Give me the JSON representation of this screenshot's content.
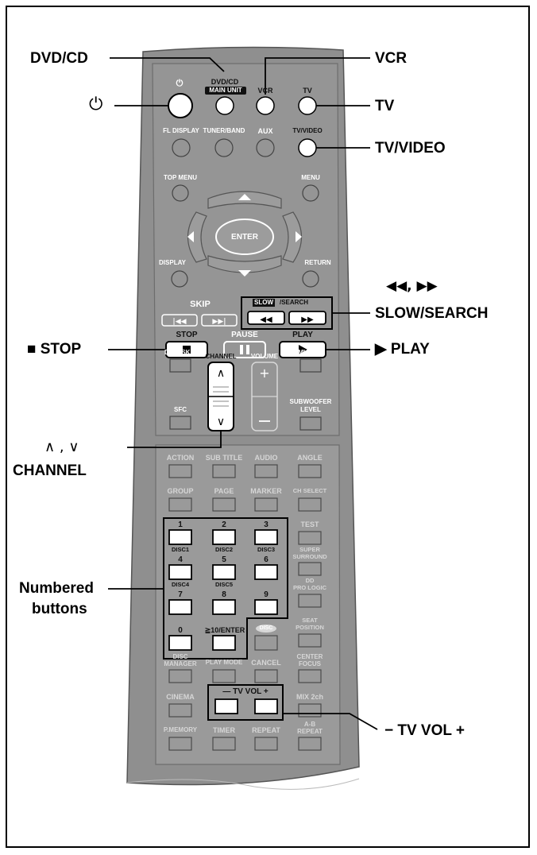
{
  "callouts": {
    "dvdcd": "DVD/CD",
    "power_symbol": "⏻",
    "vcr": "VCR",
    "tv": "TV",
    "tv_video": "TV/VIDEO",
    "slow_search_arrows": "◀◀, ▶▶",
    "slow_search": "SLOW/SEARCH",
    "stop": "■ STOP",
    "play": "▶ PLAY",
    "channel_arrows": "∧ , ∨",
    "channel": "CHANNEL",
    "numbered_line1": "Numbered",
    "numbered_line2": "buttons",
    "tv_vol": "− TV VOL +"
  },
  "remote": {
    "power_symbol": "⏻",
    "dvdcd_top": "DVD/CD",
    "main_unit": "MAIN UNIT",
    "vcr": "VCR",
    "tv": "TV",
    "fl_display": "FL DISPLAY",
    "tuner_band": "TUNER/BAND",
    "aux": "AUX",
    "tv_video": "TV/VIDEO",
    "top_menu": "TOP MENU",
    "menu": "MENU",
    "enter": "ENTER",
    "display": "DISPLAY",
    "return": "RETURN",
    "skip": "SKIP",
    "slow": "SLOW",
    "search": "/SEARCH",
    "stop": "STOP",
    "pause": "PAUSE",
    "play": "PLAY",
    "disc_skip": "DISC SKIP",
    "channel": "CHANNEL",
    "volume": "VOLUME",
    "muting": "MUTING",
    "sfc": "SFC",
    "subwoofer": "SUBWOOFER",
    "level": "LEVEL",
    "row1": [
      "ACTION",
      "SUB TITLE",
      "AUDIO",
      "ANGLE"
    ],
    "row2": [
      "GROUP",
      "PAGE",
      "MARKER",
      "CH SELECT"
    ],
    "num": [
      "1",
      "2",
      "3",
      "4",
      "5",
      "6",
      "7",
      "8",
      "9",
      "0",
      "≧10/ENTER"
    ],
    "discs": [
      "DISC1",
      "DISC2",
      "DISC3",
      "DISC4",
      "DISC5"
    ],
    "test": "TEST",
    "super": "SUPER",
    "surround": "SURROUND",
    "dd": "DD",
    "pro_logic": "PRO LOGIC",
    "seat": "SEAT",
    "position": "POSITION",
    "disc_badge": "DISC",
    "disc_manager_1": "DISC",
    "disc_manager_2": "MANAGER",
    "play_mode": "PLAY MODE",
    "cancel": "CANCEL",
    "center": "CENTER",
    "focus": "FOCUS",
    "cinema": "CINEMA",
    "tv_vol": "— TV VOL +",
    "mix2ch": "MIX 2ch",
    "pmemory": "P.MEMORY",
    "timer": "TIMER",
    "repeat": "REPEAT",
    "ab": "A-B",
    "ab_repeat": "REPEAT"
  },
  "colors": {
    "body": "#8f8f8f",
    "body_light": "#a8a8a8",
    "panel": "#9a9a9a",
    "button_white": "#ffffff",
    "button_gray": "#a0a0a0",
    "ink": "#000000"
  }
}
